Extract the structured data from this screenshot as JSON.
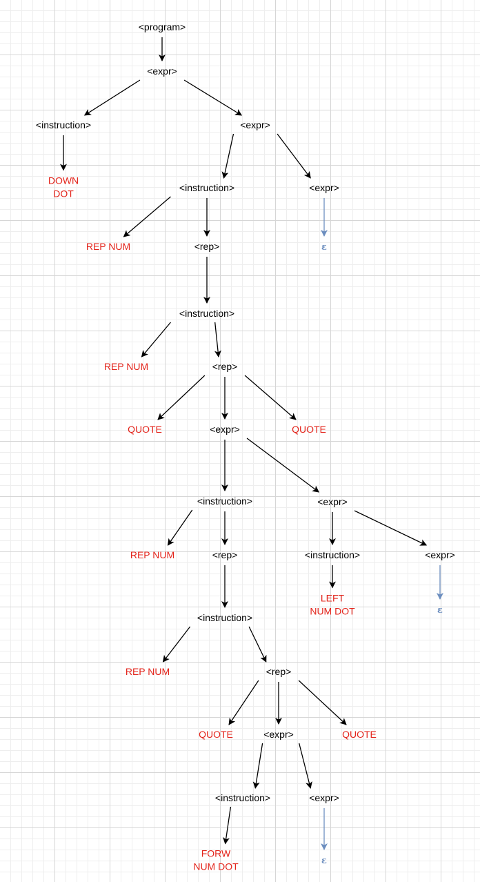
{
  "diagram": {
    "nodes": [
      {
        "id": "program",
        "kind": "nonterminal",
        "lines": [
          "<program>"
        ]
      },
      {
        "id": "expr1",
        "kind": "nonterminal",
        "lines": [
          "<expr>"
        ]
      },
      {
        "id": "instr1",
        "kind": "nonterminal",
        "lines": [
          "<instruction>"
        ]
      },
      {
        "id": "expr2",
        "kind": "nonterminal",
        "lines": [
          "<expr>"
        ]
      },
      {
        "id": "down",
        "kind": "terminal",
        "lines": [
          "DOWN",
          "DOT"
        ]
      },
      {
        "id": "instr2",
        "kind": "nonterminal",
        "lines": [
          "<instruction>"
        ]
      },
      {
        "id": "expr3",
        "kind": "nonterminal",
        "lines": [
          "<expr>"
        ]
      },
      {
        "id": "repnum1",
        "kind": "terminal",
        "lines": [
          "REP NUM"
        ]
      },
      {
        "id": "rep1",
        "kind": "nonterminal",
        "lines": [
          "<rep>"
        ]
      },
      {
        "id": "eps1",
        "kind": "epsilon",
        "lines": [
          "ε"
        ]
      },
      {
        "id": "instr3",
        "kind": "nonterminal",
        "lines": [
          "<instruction>"
        ]
      },
      {
        "id": "repnum2",
        "kind": "terminal",
        "lines": [
          "REP NUM"
        ]
      },
      {
        "id": "rep2",
        "kind": "nonterminal",
        "lines": [
          "<rep>"
        ]
      },
      {
        "id": "quote1",
        "kind": "terminal",
        "lines": [
          "QUOTE"
        ]
      },
      {
        "id": "expr4",
        "kind": "nonterminal",
        "lines": [
          "<expr>"
        ]
      },
      {
        "id": "quote2",
        "kind": "terminal",
        "lines": [
          "QUOTE"
        ]
      },
      {
        "id": "instr4",
        "kind": "nonterminal",
        "lines": [
          "<instruction>"
        ]
      },
      {
        "id": "expr5",
        "kind": "nonterminal",
        "lines": [
          "<expr>"
        ]
      },
      {
        "id": "repnum3",
        "kind": "terminal",
        "lines": [
          "REP NUM"
        ]
      },
      {
        "id": "rep3",
        "kind": "nonterminal",
        "lines": [
          "<rep>"
        ]
      },
      {
        "id": "instr5",
        "kind": "nonterminal",
        "lines": [
          "<instruction>"
        ]
      },
      {
        "id": "expr6",
        "kind": "nonterminal",
        "lines": [
          "<expr>"
        ]
      },
      {
        "id": "left",
        "kind": "terminal",
        "lines": [
          "LEFT",
          "NUM DOT"
        ]
      },
      {
        "id": "eps2",
        "kind": "epsilon",
        "lines": [
          "ε"
        ]
      },
      {
        "id": "instr6",
        "kind": "nonterminal",
        "lines": [
          "<instruction>"
        ]
      },
      {
        "id": "repnum4",
        "kind": "terminal",
        "lines": [
          "REP NUM"
        ]
      },
      {
        "id": "rep4",
        "kind": "nonterminal",
        "lines": [
          "<rep>"
        ]
      },
      {
        "id": "quote3",
        "kind": "terminal",
        "lines": [
          "QUOTE"
        ]
      },
      {
        "id": "expr7",
        "kind": "nonterminal",
        "lines": [
          "<expr>"
        ]
      },
      {
        "id": "quote4",
        "kind": "terminal",
        "lines": [
          "QUOTE"
        ]
      },
      {
        "id": "instr7",
        "kind": "nonterminal",
        "lines": [
          "<instruction>"
        ]
      },
      {
        "id": "expr8",
        "kind": "nonterminal",
        "lines": [
          "<expr>"
        ]
      },
      {
        "id": "forw",
        "kind": "terminal",
        "lines": [
          "FORW",
          "NUM DOT"
        ]
      },
      {
        "id": "eps3",
        "kind": "epsilon",
        "lines": [
          "ε"
        ]
      }
    ],
    "edges": [
      {
        "from": "program",
        "to": "expr1",
        "color": "black"
      },
      {
        "from": "expr1",
        "to": "instr1",
        "color": "black"
      },
      {
        "from": "expr1",
        "to": "expr2",
        "color": "black"
      },
      {
        "from": "instr1",
        "to": "down",
        "color": "black"
      },
      {
        "from": "expr2",
        "to": "instr2",
        "color": "black"
      },
      {
        "from": "expr2",
        "to": "expr3",
        "color": "black"
      },
      {
        "from": "instr2",
        "to": "repnum1",
        "color": "black"
      },
      {
        "from": "instr2",
        "to": "rep1",
        "color": "black"
      },
      {
        "from": "expr3",
        "to": "eps1",
        "color": "blue"
      },
      {
        "from": "rep1",
        "to": "instr3",
        "color": "black"
      },
      {
        "from": "instr3",
        "to": "repnum2",
        "color": "black"
      },
      {
        "from": "instr3",
        "to": "rep2",
        "color": "black"
      },
      {
        "from": "rep2",
        "to": "quote1",
        "color": "black"
      },
      {
        "from": "rep2",
        "to": "expr4",
        "color": "black"
      },
      {
        "from": "rep2",
        "to": "quote2",
        "color": "black"
      },
      {
        "from": "expr4",
        "to": "instr4",
        "color": "black"
      },
      {
        "from": "expr4",
        "to": "expr5",
        "color": "black"
      },
      {
        "from": "instr4",
        "to": "repnum3",
        "color": "black"
      },
      {
        "from": "instr4",
        "to": "rep3",
        "color": "black"
      },
      {
        "from": "expr5",
        "to": "instr5",
        "color": "black"
      },
      {
        "from": "expr5",
        "to": "expr6",
        "color": "black"
      },
      {
        "from": "instr5",
        "to": "left",
        "color": "black"
      },
      {
        "from": "expr6",
        "to": "eps2",
        "color": "blue"
      },
      {
        "from": "rep3",
        "to": "instr6",
        "color": "black"
      },
      {
        "from": "instr6",
        "to": "repnum4",
        "color": "black"
      },
      {
        "from": "instr6",
        "to": "rep4",
        "color": "black"
      },
      {
        "from": "rep4",
        "to": "quote3",
        "color": "black"
      },
      {
        "from": "rep4",
        "to": "expr7",
        "color": "black"
      },
      {
        "from": "rep4",
        "to": "quote4",
        "color": "black"
      },
      {
        "from": "expr7",
        "to": "instr7",
        "color": "black"
      },
      {
        "from": "expr7",
        "to": "expr8",
        "color": "black"
      },
      {
        "from": "instr7",
        "to": "forw",
        "color": "black"
      },
      {
        "from": "expr8",
        "to": "eps3",
        "color": "blue"
      }
    ]
  },
  "colors": {
    "nonterminal": "#000000",
    "terminal": "#e3241b",
    "epsilon": "#6c8ebf",
    "edge_black": "#000000",
    "edge_blue": "#6c8ebf",
    "grid_major": "#d6d6d6",
    "grid_minor": "#eeeeee",
    "background": "#ffffff"
  }
}
